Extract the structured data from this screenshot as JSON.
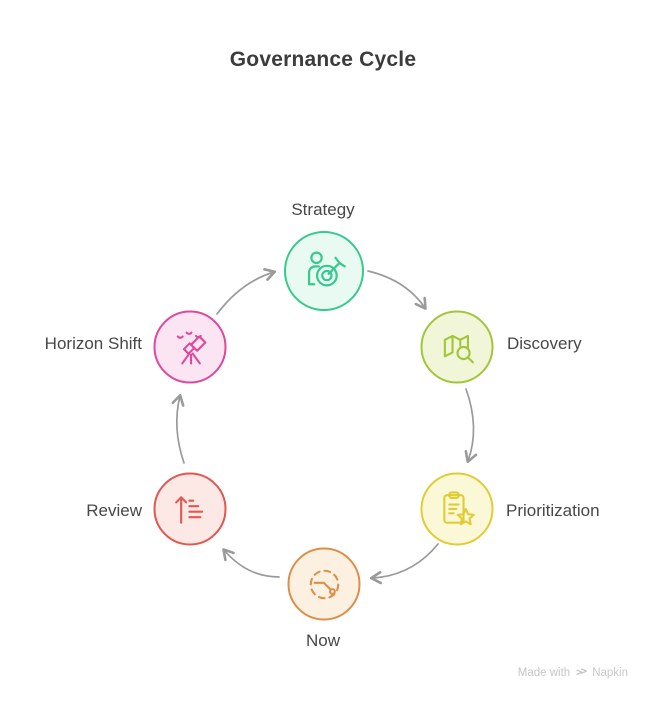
{
  "title": "Governance Cycle",
  "diagram": {
    "arrow_color": "#9a9a9a",
    "label_color": "#474747",
    "direction": "clockwise"
  },
  "nodes": [
    {
      "id": "strategy",
      "label": "Strategy",
      "icon": "person-target-icon",
      "stroke": "#35c98d",
      "fill": "#e8faf2"
    },
    {
      "id": "discovery",
      "label": "Discovery",
      "icon": "map-search-icon",
      "stroke": "#a3c53c",
      "fill": "#f1f6d8"
    },
    {
      "id": "prioritization",
      "label": "Prioritization",
      "icon": "clipboard-star-icon",
      "stroke": "#e0cc35",
      "fill": "#fbf8d7"
    },
    {
      "id": "now",
      "label": "Now",
      "icon": "clock-dashed-icon",
      "stroke": "#dd8e49",
      "fill": "#fcf0e1"
    },
    {
      "id": "review",
      "label": "Review",
      "icon": "sort-ascending-icon",
      "stroke": "#e25750",
      "fill": "#fce8e5"
    },
    {
      "id": "horizon_shift",
      "label": "Horizon Shift",
      "icon": "telescope-icon",
      "stroke": "#e0489c",
      "fill": "#fbe5f2"
    }
  ],
  "watermark": {
    "text": "Made with",
    "brand": "Napkin"
  }
}
